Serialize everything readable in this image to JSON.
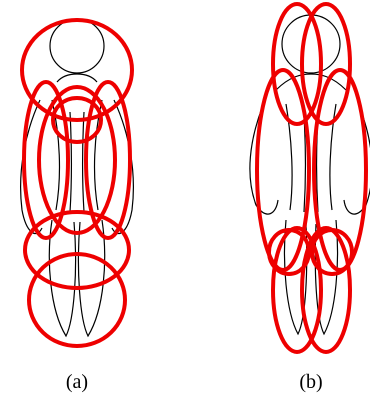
{
  "colors": {
    "outline": "#000000",
    "ellipse": "#ee0000",
    "background": "#ffffff"
  },
  "panels": [
    {
      "id": "a",
      "label": "(a)"
    },
    {
      "id": "b",
      "label": "(b)"
    }
  ]
}
